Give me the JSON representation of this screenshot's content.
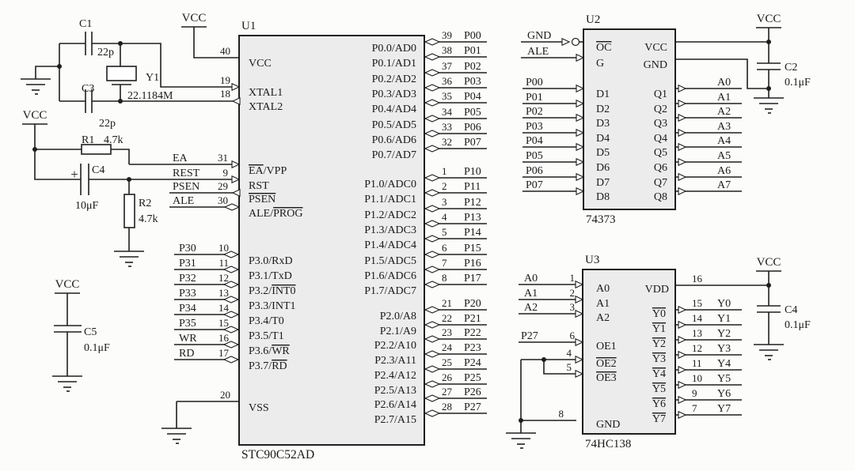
{
  "colors": {
    "background": "#fcfcfa",
    "chip_fill": "#ececec",
    "line": "#1f1f1f",
    "text": "#1a1a1a"
  },
  "power": {
    "vcc": "VCC"
  },
  "u1": {
    "ref": "U1",
    "part": "STC90C52AD",
    "vcc_pin": {
      "num": "40",
      "label": "VCC"
    },
    "xtal_pins": [
      {
        "num": "19",
        "label": "XTAL1"
      },
      {
        "num": "18",
        "label": "XTAL2"
      }
    ],
    "ctrl_pins": [
      {
        "net": "EA",
        "num": "31",
        "label": [
          [
            "EA",
            1
          ],
          [
            "/VPP",
            0
          ]
        ]
      },
      {
        "net": "REST",
        "num": "9",
        "label": "RST"
      },
      {
        "net": "PSEN",
        "num": "29",
        "label": [
          [
            "PSEN",
            1
          ]
        ]
      },
      {
        "net": "ALE",
        "num": "30",
        "label": [
          [
            "ALE/",
            0
          ],
          [
            "PROG",
            1
          ]
        ]
      }
    ],
    "p3_pins": [
      {
        "net": "P30",
        "num": "10",
        "label": "P3.0/RxD"
      },
      {
        "net": "P31",
        "num": "11",
        "label": "P3.1/TxD"
      },
      {
        "net": "P32",
        "num": "12",
        "label": [
          [
            "P3.2/",
            0
          ],
          [
            "INT0",
            1
          ]
        ]
      },
      {
        "net": "P33",
        "num": "13",
        "label": "P3.3/INT1"
      },
      {
        "net": "P34",
        "num": "14",
        "label": "P3.4/T0"
      },
      {
        "net": "P35",
        "num": "15",
        "label": "P3.5/T1"
      },
      {
        "net": "WR",
        "num": "16",
        "label": [
          [
            "P3.6/",
            0
          ],
          [
            "WR",
            1
          ]
        ]
      },
      {
        "net": "RD",
        "num": "17",
        "label": [
          [
            "P3.7/",
            0
          ],
          [
            "RD",
            1
          ]
        ]
      }
    ],
    "vss_pin": {
      "num": "20",
      "label": "VSS"
    },
    "p0_pins": [
      {
        "num": "39",
        "net": "P00",
        "label": "P0.0/AD0"
      },
      {
        "num": "38",
        "net": "P01",
        "label": "P0.1/AD1"
      },
      {
        "num": "37",
        "net": "P02",
        "label": "P0.2/AD2"
      },
      {
        "num": "36",
        "net": "P03",
        "label": "P0.3/AD3"
      },
      {
        "num": "35",
        "net": "P04",
        "label": "P0.4/AD4"
      },
      {
        "num": "34",
        "net": "P05",
        "label": "P0.5/AD5"
      },
      {
        "num": "33",
        "net": "P06",
        "label": "P0.6/AD6"
      },
      {
        "num": "32",
        "net": "P07",
        "label": "P0.7/AD7"
      }
    ],
    "p1_pins": [
      {
        "num": "1",
        "net": "P10",
        "label": "P1.0/ADC0"
      },
      {
        "num": "2",
        "net": "P11",
        "label": "P1.1/ADC1"
      },
      {
        "num": "3",
        "net": "P12",
        "label": "P1.2/ADC2"
      },
      {
        "num": "4",
        "net": "P13",
        "label": "P1.3/ADC3"
      },
      {
        "num": "5",
        "net": "P14",
        "label": "P1.4/ADC4"
      },
      {
        "num": "6",
        "net": "P15",
        "label": "P1.5/ADC5"
      },
      {
        "num": "7",
        "net": "P16",
        "label": "P1.6/ADC6"
      },
      {
        "num": "8",
        "net": "P17",
        "label": "P1.7/ADC7"
      }
    ],
    "p2_pins": [
      {
        "num": "21",
        "net": "P20",
        "label": "P2.0/A8"
      },
      {
        "num": "22",
        "net": "P21",
        "label": "P2.1/A9"
      },
      {
        "num": "23",
        "net": "P22",
        "label": "P2.2/A10"
      },
      {
        "num": "24",
        "net": "P23",
        "label": "P2.3/A11"
      },
      {
        "num": "25",
        "net": "P24",
        "label": "P2.4/A12"
      },
      {
        "num": "26",
        "net": "P25",
        "label": "P2.5/A13"
      },
      {
        "num": "27",
        "net": "P26",
        "label": "P2.6/A14"
      },
      {
        "num": "28",
        "net": "P27",
        "label": "P2.7/A15"
      }
    ]
  },
  "u2": {
    "ref": "U2",
    "part": "74373",
    "ctrl_pins": [
      {
        "net": "GND",
        "label": [
          [
            "OC",
            1
          ]
        ]
      },
      {
        "net": "ALE",
        "label": "G"
      }
    ],
    "input_pins": [
      {
        "net": "P00",
        "label": "D1"
      },
      {
        "net": "P01",
        "label": "D2"
      },
      {
        "net": "P02",
        "label": "D3"
      },
      {
        "net": "P03",
        "label": "D4"
      },
      {
        "net": "P04",
        "label": "D5"
      },
      {
        "net": "P05",
        "label": "D6"
      },
      {
        "net": "P06",
        "label": "D7"
      },
      {
        "net": "P07",
        "label": "D8"
      }
    ],
    "power_pins": [
      {
        "label": "VCC"
      },
      {
        "label": "GND"
      }
    ],
    "output_pins": [
      {
        "label": "Q1",
        "net": "A0"
      },
      {
        "label": "Q2",
        "net": "A1"
      },
      {
        "label": "Q3",
        "net": "A2"
      },
      {
        "label": "Q4",
        "net": "A3"
      },
      {
        "label": "Q5",
        "net": "A4"
      },
      {
        "label": "Q6",
        "net": "A5"
      },
      {
        "label": "Q7",
        "net": "A6"
      },
      {
        "label": "Q8",
        "net": "A7"
      }
    ]
  },
  "u3": {
    "ref": "U3",
    "part": "74HC138",
    "addr_pins": [
      {
        "num": "1",
        "net": "A0",
        "label": "A0"
      },
      {
        "num": "2",
        "net": "A1",
        "label": "A1"
      },
      {
        "num": "3",
        "net": "A2",
        "label": "A2"
      }
    ],
    "enable_pins": [
      {
        "num": "6",
        "net": "P27",
        "label": "OE1"
      },
      {
        "num": "4",
        "label": [
          [
            "OE2",
            1
          ]
        ]
      },
      {
        "num": "5",
        "label": [
          [
            "OE3",
            1
          ]
        ]
      }
    ],
    "gnd_pin": {
      "num": "8",
      "label": "GND"
    },
    "vdd_pin": {
      "num": "16",
      "label": "VDD"
    },
    "output_pins": [
      {
        "num": "15",
        "net": "Y0",
        "label": [
          [
            "Y0",
            1
          ]
        ]
      },
      {
        "num": "14",
        "net": "Y1",
        "label": [
          [
            "Y1",
            1
          ]
        ]
      },
      {
        "num": "13",
        "net": "Y2",
        "label": [
          [
            "Y2",
            1
          ]
        ]
      },
      {
        "num": "12",
        "net": "Y3",
        "label": [
          [
            "Y3",
            1
          ]
        ]
      },
      {
        "num": "11",
        "net": "Y4",
        "label": [
          [
            "Y4",
            1
          ]
        ]
      },
      {
        "num": "10",
        "net": "Y5",
        "label": [
          [
            "Y5",
            1
          ]
        ]
      },
      {
        "num": "9",
        "net": "Y6",
        "label": [
          [
            "Y6",
            1
          ]
        ]
      },
      {
        "num": "7",
        "net": "Y7",
        "label": [
          [
            "Y7",
            1
          ]
        ]
      }
    ]
  },
  "passives": {
    "c1": {
      "ref": "C1",
      "value": "22p"
    },
    "c3": {
      "ref": "C3",
      "value": "22p"
    },
    "y1": {
      "ref": "Y1",
      "value": "22.1184M"
    },
    "r1": {
      "ref": "R1",
      "value": "4.7k"
    },
    "c4_reset": {
      "ref": "C4",
      "value": "10μF",
      "plus": "+"
    },
    "r2": {
      "ref": "R2",
      "value": "4.7k"
    },
    "c5": {
      "ref": "C5",
      "value": "0.1μF"
    },
    "c2": {
      "ref": "C2",
      "value": "0.1μF"
    },
    "c4_dec": {
      "ref": "C4",
      "value": "0.1μF"
    }
  }
}
